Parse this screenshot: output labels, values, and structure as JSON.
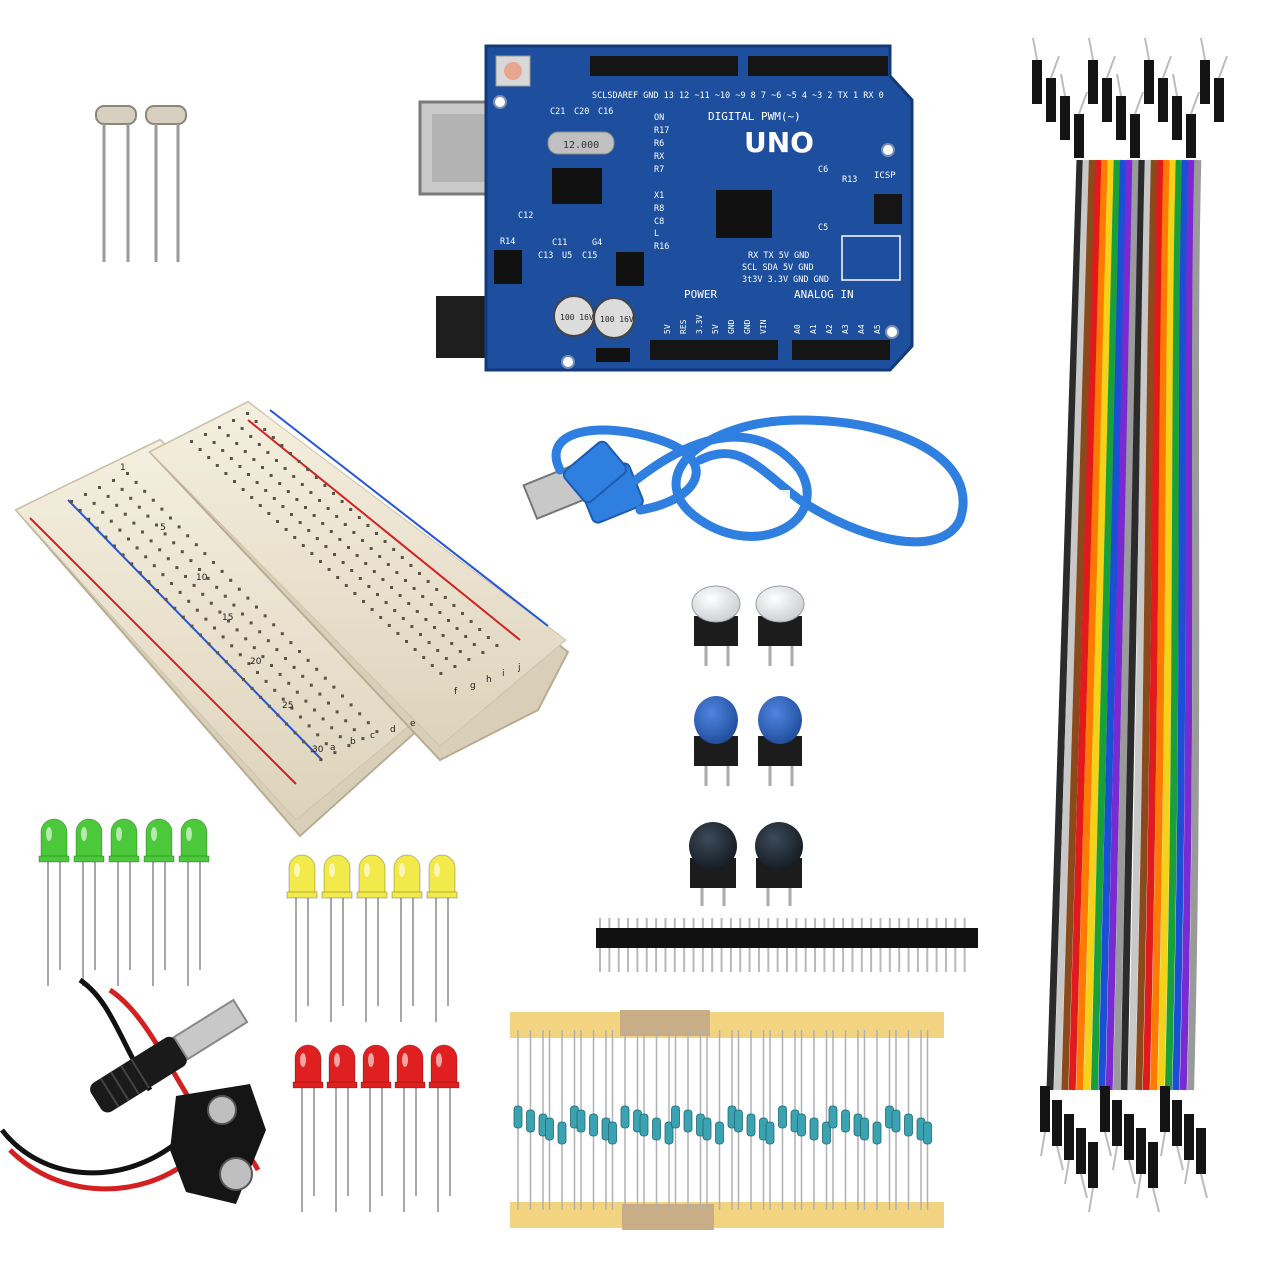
{
  "board": {
    "model": "UNO",
    "digital_header": "DIGITAL PWM(~)",
    "power_header": "POWER",
    "analog_header": "ANALOG IN",
    "top_pins": "SCLSDAREF GND 13 12 ~11 ~10 ~9 8 7 ~6 ~5 4 ~3 2 TX 1 RX 0",
    "power_pins": [
      "5V",
      "RES",
      "3.3V",
      "5V",
      "GND",
      "GND",
      "VIN"
    ],
    "analog_pins": [
      "A0",
      "A1",
      "A2",
      "A3",
      "A4",
      "A5"
    ],
    "icsp_label": "ICSP",
    "crystal_label": "12.000",
    "right_labels": [
      "RX TX 5V GND",
      "SCL SDA 5V GND",
      "3t3V 3.3V GND GND"
    ],
    "cap_labels": [
      "100 16V",
      "100 16V"
    ],
    "part_labels": [
      "C21",
      "C20",
      "C16",
      "ON",
      "R17",
      "R6",
      "RX",
      "R7",
      "X1",
      "R8",
      "C8",
      "L",
      "R16",
      "C6",
      "R13",
      "C5",
      "C12",
      "R14",
      "C13",
      "U5",
      "C15",
      "G4",
      "C11"
    ]
  },
  "breadboard": {
    "row_numbers_left": [
      "1",
      "5",
      "10",
      "15",
      "20",
      "25",
      "30"
    ],
    "column_letters": [
      "a",
      "b",
      "c",
      "d",
      "e",
      "f",
      "g",
      "h",
      "i",
      "j"
    ]
  },
  "components": {
    "leds": [
      {
        "color": "green",
        "count": 5
      },
      {
        "color": "yellow",
        "count": 5
      },
      {
        "color": "red",
        "count": 5
      }
    ],
    "buttons": [
      {
        "cap": "white",
        "count": 2
      },
      {
        "cap": "blue",
        "count": 2
      },
      {
        "cap": "black",
        "count": 2
      }
    ],
    "ldr_count": 2,
    "header_pins": 40,
    "resistor_count": 40
  },
  "colors": {
    "board_blue": "#1d4f9e",
    "breadboard": "#efe8d6",
    "led_green": "#4cc93a",
    "led_yellow": "#f2e94a",
    "led_red": "#e02020",
    "button_blue": "#2a5db5",
    "button_black": "#1f2a36",
    "cable_blue": "#2f7fe0",
    "wire_rainbow": [
      "#2b2b2b",
      "#c8c8c8",
      "#8a4a1c",
      "#e11b1b",
      "#ff7a00",
      "#f4d21a",
      "#1aa03a",
      "#1b4fd6",
      "#7a2ad1",
      "#9a9a9a"
    ]
  }
}
